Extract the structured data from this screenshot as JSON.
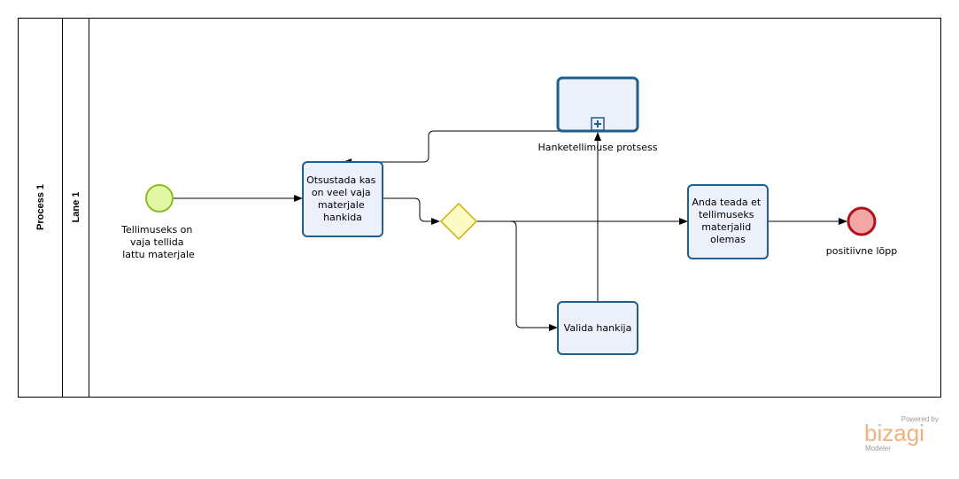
{
  "pool": {
    "label": "Process 1"
  },
  "lane": {
    "label": "Lane 1"
  },
  "start_event": {
    "label_lines": [
      "Tellimuseks on",
      "vaja tellida",
      "lattu materjale"
    ]
  },
  "task_decide": {
    "lines": [
      "Otsustada kas",
      "on veel vaja",
      "materjale",
      "hankida"
    ]
  },
  "subprocess": {
    "label": "Hanketellimuse protsess"
  },
  "task_notify": {
    "lines": [
      "Anda teada et",
      "tellimuseks",
      "materjalid",
      "olemas"
    ]
  },
  "task_select": {
    "lines": [
      "Valida hankija"
    ]
  },
  "end_event": {
    "label": "positiivne lõpp"
  },
  "watermark": {
    "powered_by": "Powered by",
    "brand": "bizagi",
    "product": "Modeler"
  },
  "colors": {
    "task_fill": "#ecf0fb",
    "task_stroke": "#1f5e8e",
    "start_fill": "#e3f7a4",
    "start_stroke": "#8cbd22",
    "end_fill": "#f2a7a6",
    "end_stroke": "#b0131c",
    "gateway_fill": "#fdfbc5",
    "gateway_stroke": "#c9b100"
  }
}
